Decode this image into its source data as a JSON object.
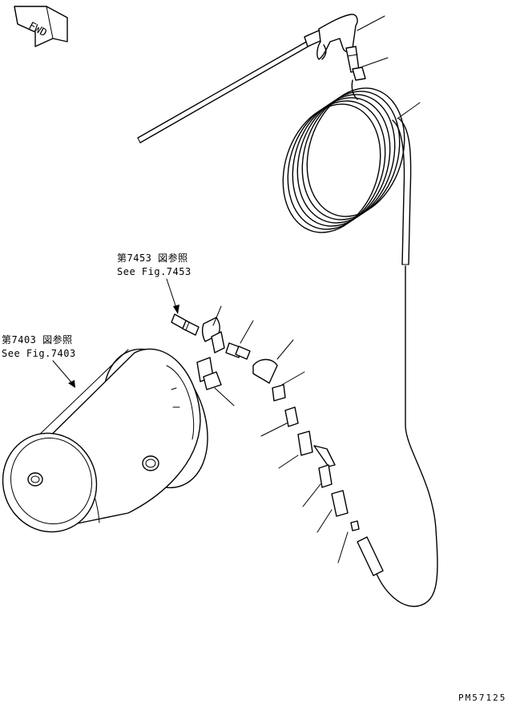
{
  "fwd_label": "FWD",
  "refs": [
    {
      "jp": "第7453 図参照",
      "en": "See Fig.7453"
    },
    {
      "jp": "第7403 図参照",
      "en": "See Fig.7403"
    }
  ],
  "drawing_number": "PM57125"
}
